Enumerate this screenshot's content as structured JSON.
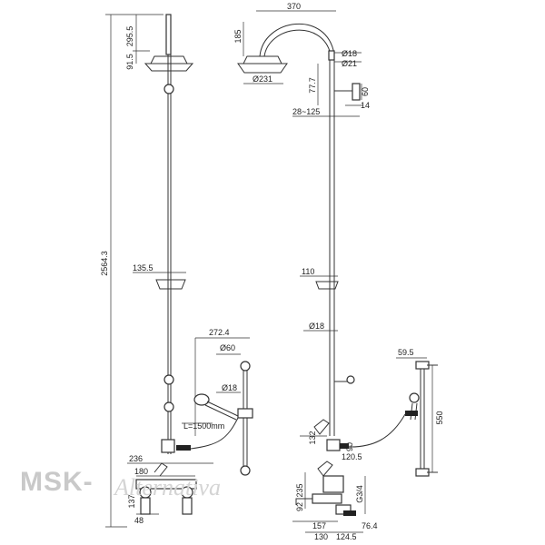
{
  "diagram": {
    "dims": {
      "total_height": "2564.3",
      "head_height": "295.5",
      "head_offset": "91.5",
      "soap_dish": "135.5",
      "tap_width": "236",
      "tap_mid": "180",
      "tap_height": "137",
      "tap_base": "48",
      "arm_width": "370",
      "arm_height": "185",
      "head_diameter": "Ø231",
      "pipe_d18_top": "Ø18",
      "pipe_d21": "Ø21",
      "d77": "77.7",
      "d60": "60",
      "d14": "14",
      "range": "28~125",
      "dish_110": "110",
      "pipe_d18_mid": "Ø18",
      "slide_width": "272.4",
      "handset_d60": "Ø60",
      "handset_d18": "Ø18",
      "hose_length": "L=1500mm",
      "valve_132": "132",
      "d90": "90",
      "d120_5": "120.5",
      "d235": "235",
      "d92": "92",
      "thread": "G3/4",
      "d157": "157",
      "d130": "130",
      "d124_5": "124.5",
      "d76_4": "76.4",
      "rail_59_5": "59.5",
      "rail_550": "550"
    },
    "watermark": {
      "brand": "MSK-",
      "script": "Alternativa"
    }
  }
}
